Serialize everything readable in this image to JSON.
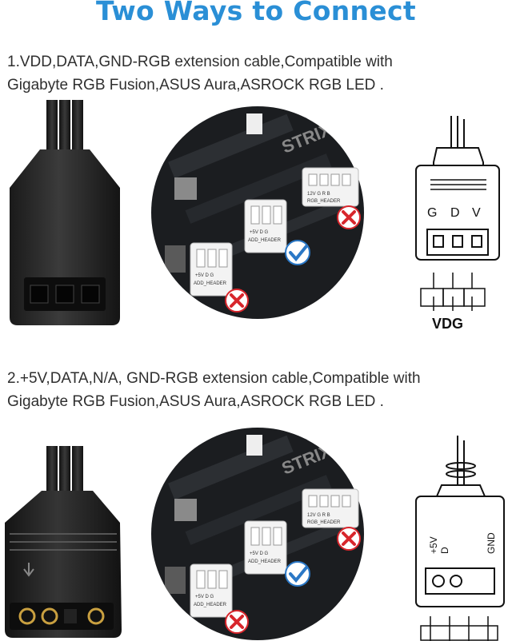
{
  "title": "Two Ways to Connect",
  "sections": [
    {
      "line1": "1.VDD,DATA,GND-RGB extension cable,Compatible with",
      "line2": "Gigabyte RGB Fusion,ASUS Aura,ASROCK RGB LED .",
      "pin_labels": [
        "G",
        "D",
        "V"
      ],
      "pin_caption": "VDG",
      "header_top": "RGB_HEADER",
      "header_top_pins": "12V G R B",
      "header_mid": "ADD_HEADER",
      "header_mid_pins": "+5V D G",
      "header_bot": "ADD_HEADER",
      "header_bot_pins": "+5V D G"
    },
    {
      "line1": "2.+5V,DATA,N/A, GND-RGB extension cable,Compatible with",
      "line2": "Gigabyte RGB Fusion,ASUS Aura,ASROCK RGB LED .",
      "pin_labels": [
        "+5V",
        "D",
        "GND"
      ],
      "header_top": "RGB_HEADER",
      "header_top_pins": "12V G R B",
      "header_mid": "ADD_HEADER",
      "header_mid_pins": "+5V D G",
      "header_bot": "ADD_HEADER",
      "header_bot_pins": "+5V D G"
    }
  ],
  "colors": {
    "title": "#2a8fd6",
    "check": "#2b78c6",
    "cross": "#d8262c",
    "board": "#1b1d20"
  }
}
